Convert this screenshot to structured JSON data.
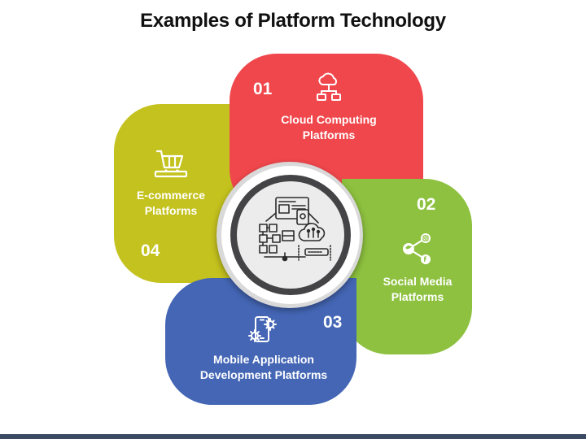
{
  "title": "Examples of Platform Technology",
  "items": [
    {
      "number": "01",
      "label_line1": "Cloud Computing",
      "label_line2": "Platforms",
      "color": "#F0474C",
      "icon": "cloud-network-icon"
    },
    {
      "number": "02",
      "label_line1": "Social Media",
      "label_line2": "Platforms",
      "color": "#8DC13F",
      "icon": "social-share-icon"
    },
    {
      "number": "03",
      "label_line1": "Mobile Application",
      "label_line2": "Development Platforms",
      "color": "#4466B5",
      "icon": "mobile-gears-icon"
    },
    {
      "number": "04",
      "label_line1": "E-commerce",
      "label_line2": "Platforms",
      "color": "#C4C21E",
      "icon": "shopping-cart-laptop-icon"
    }
  ],
  "center": {
    "icon": "platform-technology-icon"
  },
  "colors": {
    "footer_bar": "#3b4a63",
    "ring_dark": "#444446"
  }
}
